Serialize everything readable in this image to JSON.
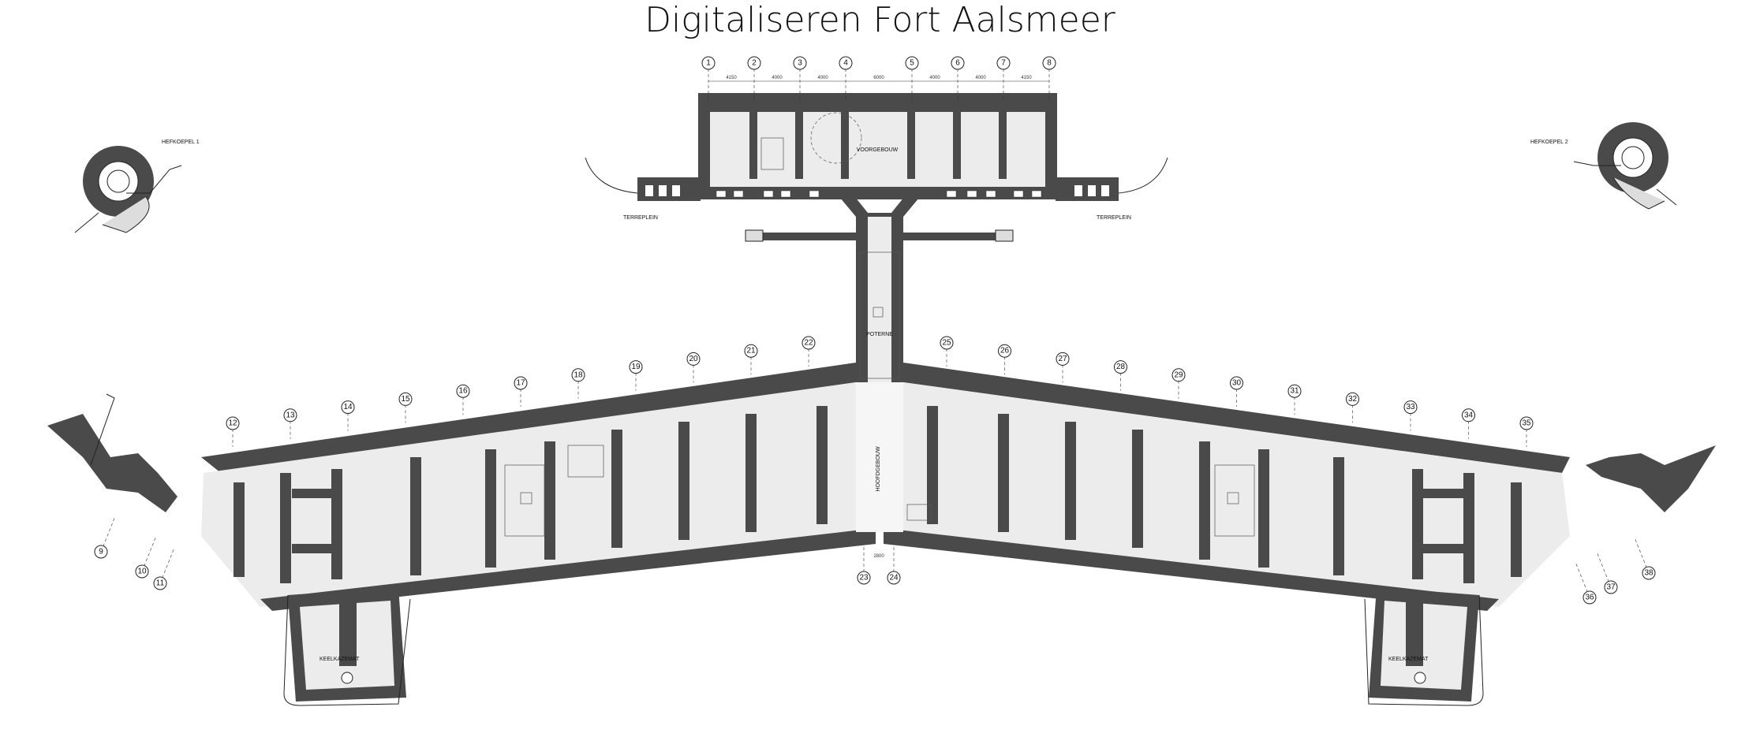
{
  "title": "Digitaliseren Fort Aalsmeer",
  "labels": {
    "hefkoepel1": "HEFKOEPEL 1",
    "hefkoepel2": "HEFKOEPEL 2",
    "voorgebouw": "VOORGEBOUW",
    "terreplein_left": "TERREPLEIN",
    "terreplein_right": "TERREPLEIN",
    "poterne": "POTERNE",
    "hoofdgebouw": "HOOFDGEBOUW",
    "keelkazemat_left": "KEELKAZEMAT",
    "keelkazemat_right": "KEELKAZEMAT"
  },
  "axes_top": [
    "1",
    "2",
    "3",
    "4",
    "5",
    "6",
    "7",
    "8"
  ],
  "dims_top": [
    "4150",
    "4000",
    "4000",
    "6000",
    "4000",
    "4000",
    "4150"
  ],
  "axes_left_wing": [
    "12",
    "13",
    "14",
    "15",
    "16",
    "17",
    "18",
    "19",
    "20",
    "21",
    "22"
  ],
  "axes_right_wing": [
    "25",
    "26",
    "27",
    "28",
    "29",
    "30",
    "31",
    "32",
    "33",
    "34",
    "35"
  ],
  "axes_bottom": [
    "23",
    "24"
  ],
  "dim_bottom": "2800",
  "axes_left_end": [
    "9",
    "10",
    "11"
  ],
  "axes_right_end": [
    "36",
    "37",
    "38"
  ]
}
